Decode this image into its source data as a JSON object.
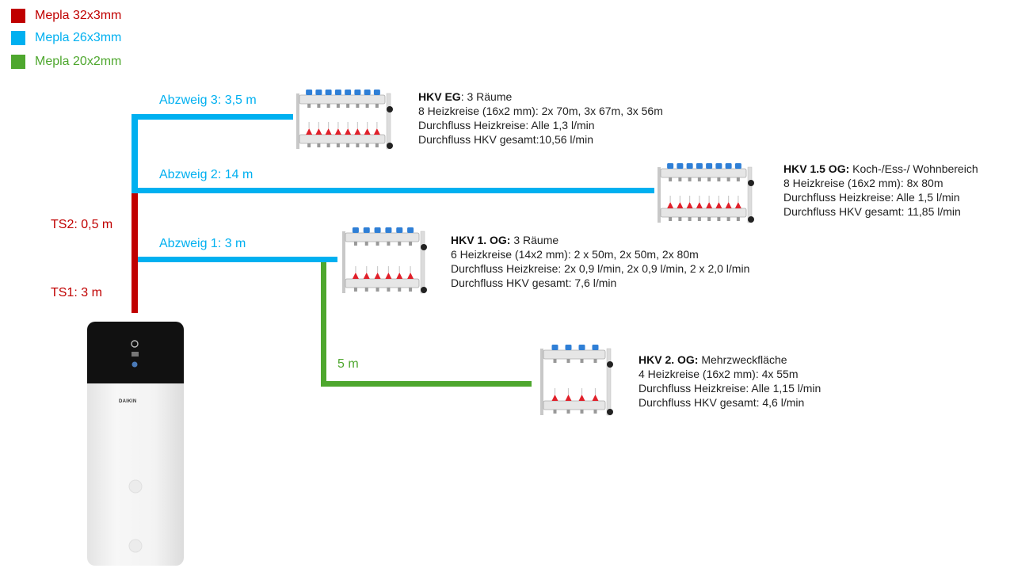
{
  "legend": [
    {
      "label": "Mepla 32x3mm",
      "color": "#c00000"
    },
    {
      "label": "Mepla 26x3mm",
      "color": "#00b0f0"
    },
    {
      "label": "Mepla 20x2mm",
      "color": "#4ea72e"
    }
  ],
  "segments": {
    "ts1": "TS1: 3 m",
    "ts2": "TS2: 0,5 m",
    "abzweig1": "Abzweig 1: 3 m",
    "abzweig2": "Abzweig 2: 14 m",
    "abzweig3": "Abzweig 3: 3,5 m",
    "green": "5 m"
  },
  "heat_pump": {
    "brand": "DAIKIN"
  },
  "manifolds": [
    {
      "id": "eg",
      "title": "HKV EG",
      "subtitle": ": 3 Räume",
      "circuits": 8,
      "lines": [
        "8 Heizkreise (16x2 mm): 2x 70m,  3x 67m, 3x 56m",
        "Durchfluss Heizkreise: Alle 1,3 l/min",
        "Durchfluss HKV gesamt:10,56 l/min"
      ]
    },
    {
      "id": "og15",
      "title": "HKV 1.5 OG:",
      "subtitle": " Koch-/Ess-/ Wohnbereich",
      "circuits": 8,
      "lines": [
        "8 Heizkreise (16x2 mm): 8x 80m",
        "Durchfluss Heizkreise: Alle 1,5 l/min",
        "Durchfluss HKV gesamt: 11,85 l/min"
      ]
    },
    {
      "id": "og1",
      "title": "HKV 1. OG:",
      "subtitle": " 3 Räume",
      "circuits": 6,
      "lines": [
        "6 Heizkreise (14x2 mm): 2 x 50m, 2x 50m, 2x 80m",
        "Durchfluss Heizkreise: 2x 0,9 l/min, 2x 0,9 l/min, 2 x 2,0 l/min",
        "Durchfluss HKV gesamt: 7,6 l/min"
      ]
    },
    {
      "id": "og2",
      "title": "HKV 2. OG:",
      "subtitle": " Mehrzweckfläche",
      "circuits": 4,
      "lines": [
        "4 Heizkreise (16x2 mm): 4x 55m",
        "Durchfluss Heizkreise: Alle 1,15 l/min",
        "Durchfluss HKV gesamt: 4,6 l/min"
      ]
    }
  ]
}
